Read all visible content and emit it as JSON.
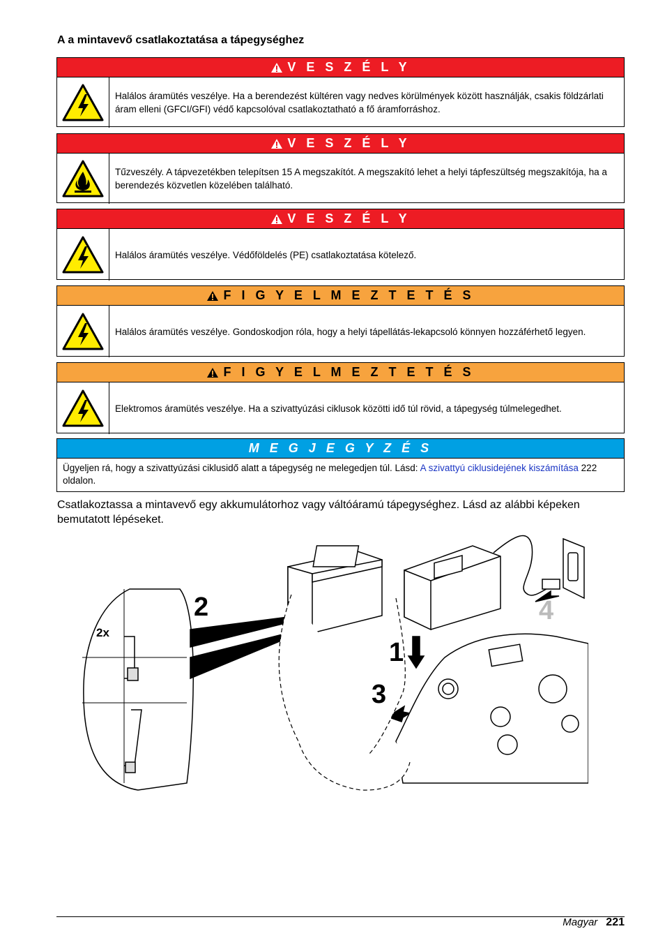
{
  "heading": "A a mintavevő csatlakoztatása a tápegységhez",
  "alerts": [
    {
      "type": "danger",
      "label": "V E S Z É L Y",
      "icon": "electric-shock-icon",
      "text": "Halálos áramütés veszélye. Ha a berendezést kültéren vagy nedves körülmények között használják, csakis földzárlati áram elleni (GFCI/GFI) védő kapcsolóval csatlakoztatható a fő áramforráshoz."
    },
    {
      "type": "danger",
      "label": "V E S Z É L Y",
      "icon": "fire-hazard-icon",
      "text": "Tűzveszély. A tápvezetékben telepítsen 15 A megszakítót. A megszakító lehet a helyi tápfeszültség megszakítója, ha a berendezés közvetlen közelében található."
    },
    {
      "type": "danger",
      "label": "V E S Z É L Y",
      "icon": "electric-shock-icon",
      "text": "Halálos áramütés veszélye. Védőföldelés (PE) csatlakoztatása kötelező."
    },
    {
      "type": "warning",
      "label": "F I G Y E L M E Z T E T É S",
      "icon": "electric-shock-icon",
      "text": "Halálos áramütés veszélye. Gondoskodjon róla, hogy a helyi tápellátás-lekapcsoló könnyen hozzáférhető legyen."
    },
    {
      "type": "warning",
      "label": "F I G Y E L M E Z T E T É S",
      "icon": "electric-shock-icon",
      "text": "Elektromos áramütés veszélye. Ha a szivattyúzási ciklusok közötti idő túl rövid, a tápegység túlmelegedhet."
    }
  ],
  "note": {
    "label": "M E G J E G Y Z É S",
    "text_before": "Ügyeljen rá, hogy a szivattyúzási ciklusidő alatt a tápegység ne melegedjen túl. Lásd: ",
    "link": "A szivattyú ciklusidejének kiszámítása",
    "text_after": " 222 oldalon."
  },
  "paragraph": "Csatlakoztassa a mintavevő egy akkumulátorhoz vagy váltóáramú tápegységhez. Lásd az alábbi képeken bemutatott lépéseket.",
  "figure": {
    "step_labels": [
      "1",
      "2",
      "3",
      "4"
    ],
    "multiplier": "2x"
  },
  "footer": {
    "language": "Magyar",
    "page": "221"
  },
  "colors": {
    "danger": "#ed1c24",
    "warning": "#f7a33e",
    "note": "#00a0e3",
    "link": "#1a35c4"
  }
}
